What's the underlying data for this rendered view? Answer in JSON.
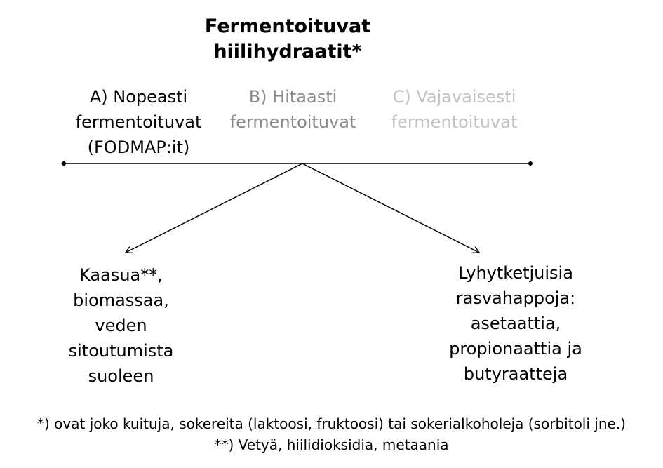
{
  "title": "Fermentoituvat\nhiilihydraatit*",
  "categories": [
    {
      "label": "A) Nopeasti\nfermentoituvat\n(FODMAP:it)",
      "color": "#000000"
    },
    {
      "label": "B) Hitaasti\nfermentoituvat",
      "color": "#8a8a8a"
    },
    {
      "label": "C) Vajavaisesti\nfermentoituvat",
      "color": "#c2c2c2"
    }
  ],
  "outcomes": {
    "left": "Kaasua**,\nbiomassaa,\nveden\nsitoutumista\nsuoleen",
    "right": "Lyhytketjuisia\nrasvahappoja:\nasetaattia,\npropionaattia ja\nbutyraatteja"
  },
  "footnotes": {
    "f1": "*) ovat joko kuituja, sokereita (laktoosi, fruktoosi) tai sokerialkoholeja (sorbitoli jne.)",
    "f2": "**) Vetyä, hiilidioksidia, metaania"
  }
}
